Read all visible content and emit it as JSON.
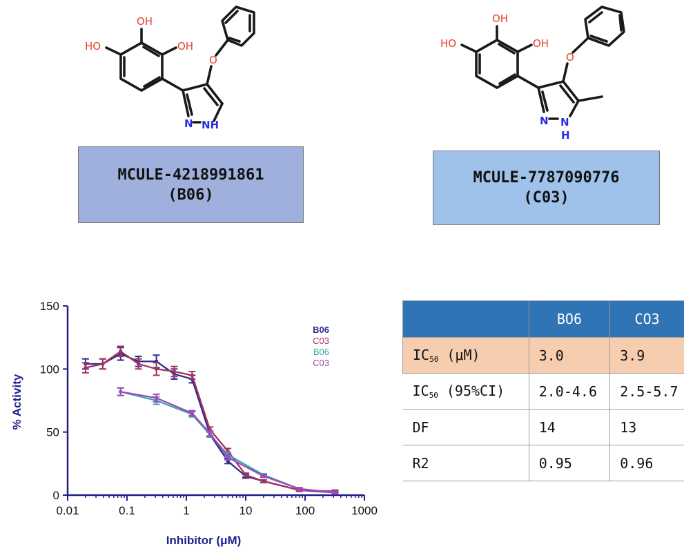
{
  "compounds": [
    {
      "id_label": "MCULE-4218991861",
      "code_label": "(B06)",
      "atoms": {
        "oh_top": "OH",
        "ho_left": "HO",
        "oh_right": "OH",
        "o_ether": "O",
        "n_ring": "N",
        "nh_ring": "NH"
      }
    },
    {
      "id_label": "MCULE-7787090776",
      "code_label": "(C03)",
      "atoms": {
        "oh_top": "OH",
        "ho_left": "HO",
        "oh_right": "OH",
        "o_ether": "O",
        "n_ring": "N",
        "nh_ring": "N",
        "h_ring": "H"
      }
    }
  ],
  "colors": {
    "b06_dark": "#2b2d8f",
    "c03_dark": "#a2325f",
    "b06_light": "#3aa6b0",
    "c03_light": "#a348b8",
    "axis": "#1f1f8f",
    "table_header": "#2f75b5",
    "table_highlight": "#f7cdb0",
    "box_b06": "#9fb0dd",
    "box_c03": "#9fc2ea"
  },
  "chart_data": {
    "type": "line",
    "xscale": "log",
    "xlabel": "Inhibitor (μM)",
    "ylabel": "% Activity",
    "xlim": [
      0.01,
      1000
    ],
    "ylim": [
      0,
      150
    ],
    "xticks": [
      "0.01",
      "0.1",
      "1",
      "10",
      "100",
      "1000"
    ],
    "yticks": [
      "0",
      "50",
      "100",
      "150"
    ],
    "grid": false,
    "legend_position": "right",
    "series": [
      {
        "name": "B06",
        "x": [
          0.02,
          0.039,
          0.078,
          0.156,
          0.3125,
          0.625,
          1.25,
          2.5,
          5,
          10,
          20,
          80,
          320
        ],
        "y": [
          104,
          104,
          112,
          106,
          106,
          96,
          92,
          48,
          27,
          15,
          11,
          4,
          2
        ],
        "err": [
          4,
          4,
          5,
          4,
          5,
          4,
          3,
          2,
          2,
          1.5,
          1,
          1,
          1
        ]
      },
      {
        "name": "C03",
        "x": [
          0.02,
          0.039,
          0.078,
          0.156,
          0.3125,
          0.625,
          1.25,
          2.5,
          5,
          10,
          20,
          80,
          320
        ],
        "y": [
          101,
          104,
          114,
          104,
          100,
          98,
          95,
          52,
          35,
          16,
          11,
          4,
          3
        ],
        "err": [
          4,
          4,
          4,
          4,
          5,
          4,
          3,
          2,
          2,
          1.5,
          1,
          1,
          1
        ]
      },
      {
        "name": "B06",
        "x": [
          0.078,
          0.3125,
          1.25,
          2.5,
          5,
          20,
          80,
          320
        ],
        "y": [
          82,
          75,
          64,
          48,
          32,
          16,
          5,
          2
        ],
        "err": [
          3,
          3,
          2,
          2,
          2,
          1,
          1,
          1
        ]
      },
      {
        "name": "C03",
        "x": [
          0.078,
          0.3125,
          1.25,
          2.5,
          5,
          20,
          80,
          320
        ],
        "y": [
          82,
          77,
          65,
          49,
          30,
          15,
          5,
          2
        ],
        "err": [
          3,
          3,
          2,
          2,
          2,
          1,
          1,
          1
        ]
      }
    ]
  },
  "results_table": {
    "header": [
      "",
      "BO6",
      "CO3"
    ],
    "rows": [
      {
        "label_main": "IC",
        "label_sub": "50",
        "label_rest": " (μM)",
        "values": [
          "3.0",
          "3.9"
        ],
        "highlight": true
      },
      {
        "label_main": "IC",
        "label_sub": "50",
        "label_rest": " (95%CI)",
        "values": [
          "2.0-4.6",
          "2.5-5.7"
        ],
        "highlight": false
      },
      {
        "label_main": "DF",
        "label_sub": "",
        "label_rest": "",
        "values": [
          "14",
          "13"
        ],
        "highlight": false
      },
      {
        "label_main": "R2",
        "label_sub": "",
        "label_rest": "",
        "values": [
          "0.95",
          "0.96"
        ],
        "highlight": false
      }
    ]
  }
}
